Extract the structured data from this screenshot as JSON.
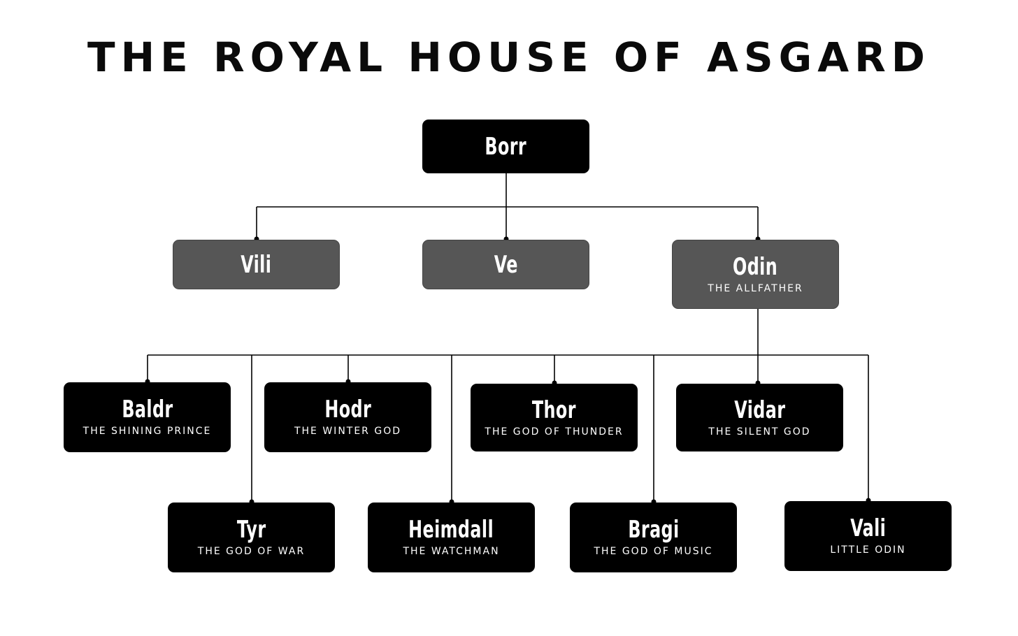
{
  "title": "THE ROYAL HOUSE OF ASGARD",
  "colors": {
    "primary_node": "#000000",
    "secondary_node": "#565656",
    "text": "#ffffff",
    "line": "#000000"
  },
  "nodes": {
    "borr": {
      "name": "Borr",
      "epithet": ""
    },
    "vili": {
      "name": "Vili",
      "epithet": ""
    },
    "ve": {
      "name": "Ve",
      "epithet": ""
    },
    "odin": {
      "name": "Odin",
      "epithet": "THE ALLFATHER"
    },
    "baldr": {
      "name": "Baldr",
      "epithet": "THE SHINING PRINCE"
    },
    "hodr": {
      "name": "Hodr",
      "epithet": "THE WINTER GOD"
    },
    "thor": {
      "name": "Thor",
      "epithet": "THE GOD OF THUNDER"
    },
    "vidar": {
      "name": "Vidar",
      "epithet": "THE SILENT GOD"
    },
    "tyr": {
      "name": "Tyr",
      "epithet": "THE GOD OF WAR"
    },
    "heimdall": {
      "name": "Heimdall",
      "epithet": "THE WATCHMAN"
    },
    "bragi": {
      "name": "Bragi",
      "epithet": "THE GOD OF MUSIC"
    },
    "vali": {
      "name": "Vali",
      "epithet": "LITTLE ODIN"
    }
  },
  "relations": [
    {
      "parent": "borr",
      "children": [
        "vili",
        "ve",
        "odin"
      ]
    },
    {
      "parent": "odin",
      "children": [
        "baldr",
        "tyr",
        "hodr",
        "heimdall",
        "thor",
        "bragi",
        "vidar",
        "vali"
      ]
    }
  ]
}
